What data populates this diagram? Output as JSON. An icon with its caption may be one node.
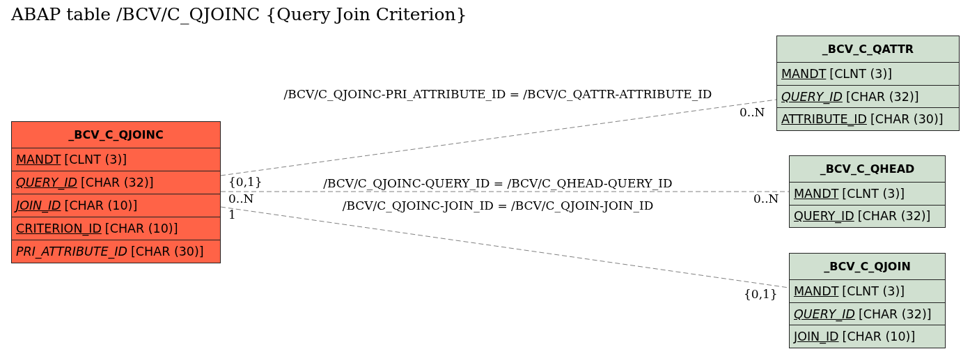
{
  "diagram": {
    "title": "ABAP table /BCV/C_QJOINC {Query Join Criterion}",
    "nodes": [
      {
        "text": [
          "_BCV_C_QJOINC"
        ]
      },
      {
        "text": [
          "MANDT",
          "[CLNT (3)]"
        ],
        "in": 0
      },
      {
        "text": [
          "QUERY_ID",
          "[CHAR (32)]"
        ],
        "in": 0
      },
      {
        "text": [
          "JOIN_ID",
          "[CHAR (10)]"
        ],
        "in": 0
      },
      {
        "text": [
          "CRITERION_ID",
          "[CHAR (10)]"
        ],
        "in": 0
      },
      {
        "text": [
          "PRI_ATTRIBUTE_ID",
          "[CHAR (30)]"
        ],
        "in": 0
      },
      {
        "text": [
          "_BCV_C_QATTR"
        ]
      },
      {
        "text": [
          "MANDT",
          "[CLNT (3)]"
        ],
        "in": 6
      },
      {
        "text": [
          "QUERY_ID",
          "[CHAR (32)]"
        ],
        "in": 6
      },
      {
        "text": [
          "ATTRIBUTE_ID",
          "[CHAR (30)]"
        ],
        "in": 6
      },
      {
        "text": [
          "_BCV_C_QHEAD"
        ]
      },
      {
        "text": [
          "MANDT",
          "[CLNT (3)]"
        ],
        "in": 10
      },
      {
        "text": [
          "QUERY_ID",
          "[CHAR (32)]"
        ],
        "in": 10
      },
      {
        "text": [
          "_BCV_C_QJOIN"
        ]
      },
      {
        "text": [
          "MANDT",
          "[CLNT (3)]"
        ],
        "in": 13
      },
      {
        "text": [
          "QUERY_ID",
          "[CHAR (32)]"
        ],
        "in": 13
      },
      {
        "text": [
          "JOIN_ID",
          "[CHAR (10)]"
        ],
        "in": 13
      }
    ],
    "edges": [
      {
        "from": 0,
        "to": 6,
        "arrow": "none",
        "style": "dashed",
        "label": "/BCV/C_QJOINC-PRI_ATTRIBUTE_ID = /BCV/C_QATTR-ATTRIBUTE_ID"
      },
      {
        "from": 0,
        "to": 10,
        "arrow": "none",
        "style": "dashed",
        "label": "/BCV/C_QJOINC-QUERY_ID = /BCV/C_QHEAD-QUERY_ID"
      },
      {
        "from": 0,
        "to": 13,
        "arrow": "none",
        "style": "dashed",
        "label": "/BCV/C_QJOINC-JOIN_ID = /BCV/C_QJOIN-JOIN_ID"
      }
    ],
    "labels": [
      "0..N",
      "{0,1}",
      "0..N",
      "0..N",
      "1",
      "{0,1}"
    ]
  }
}
